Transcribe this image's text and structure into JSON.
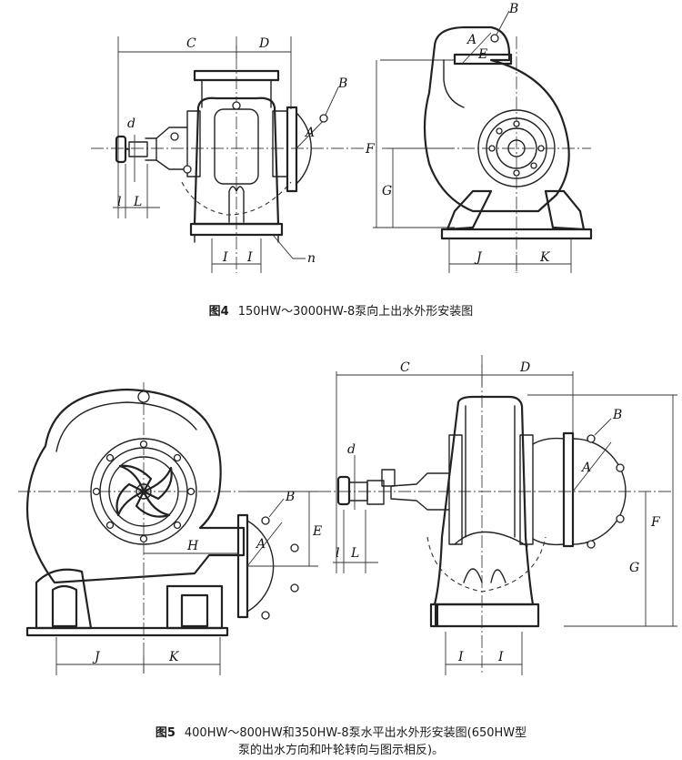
{
  "figure4": {
    "number": "图4",
    "caption": "150HW～3000HW-8泵向上出水外形安装图",
    "labels": {
      "C": "C",
      "D": "D",
      "B_top": "B",
      "B_side": "B",
      "A_top": "A",
      "A_side": "A",
      "E": "E",
      "F": "F",
      "G": "G",
      "d": "d",
      "l": "l",
      "L": "L",
      "I1": "I",
      "I2": "I",
      "n": "n",
      "J": "J",
      "K": "K"
    }
  },
  "figure5": {
    "number": "图5",
    "caption_line1": "400HW～800HW和350HW-8泵水平出水外形安装图(650HW型",
    "caption_line2": "泵的出水方向和叶轮转向与图示相反)。",
    "labels": {
      "C": "C",
      "D": "D",
      "B_left": "B",
      "B_right": "B",
      "A_left": "A",
      "A_right": "A",
      "E": "E",
      "F": "F",
      "G": "G",
      "H": "H",
      "d": "d",
      "l": "l",
      "L": "L",
      "J": "J",
      "K": "K",
      "I1": "I",
      "I2": "I"
    }
  }
}
